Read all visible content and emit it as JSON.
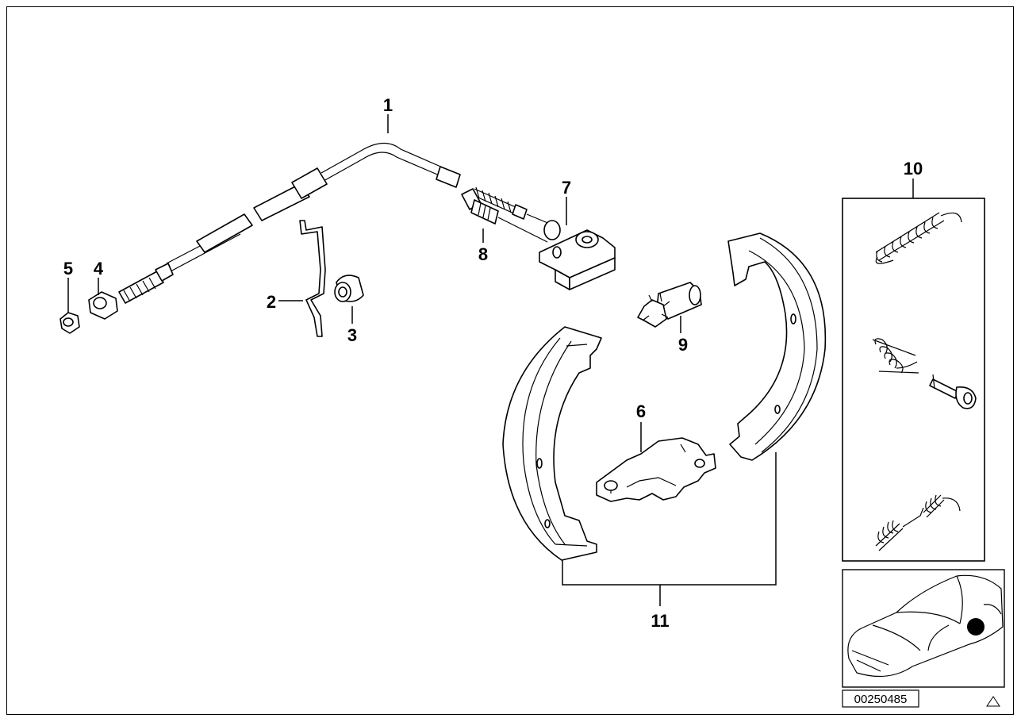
{
  "callouts": [
    {
      "id": "1",
      "label": "1"
    },
    {
      "id": "2",
      "label": "2"
    },
    {
      "id": "3",
      "label": "3"
    },
    {
      "id": "4",
      "label": "4"
    },
    {
      "id": "5",
      "label": "5"
    },
    {
      "id": "6",
      "label": "6"
    },
    {
      "id": "7",
      "label": "7"
    },
    {
      "id": "8",
      "label": "8"
    },
    {
      "id": "9",
      "label": "9"
    },
    {
      "id": "10",
      "label": "10"
    },
    {
      "id": "11",
      "label": "11"
    }
  ],
  "reference_number": "00250485",
  "colors": {
    "line": "#000000",
    "background": "#ffffff",
    "marker": "#000000"
  },
  "icons": {
    "corner": "warning-triangle-icon"
  }
}
